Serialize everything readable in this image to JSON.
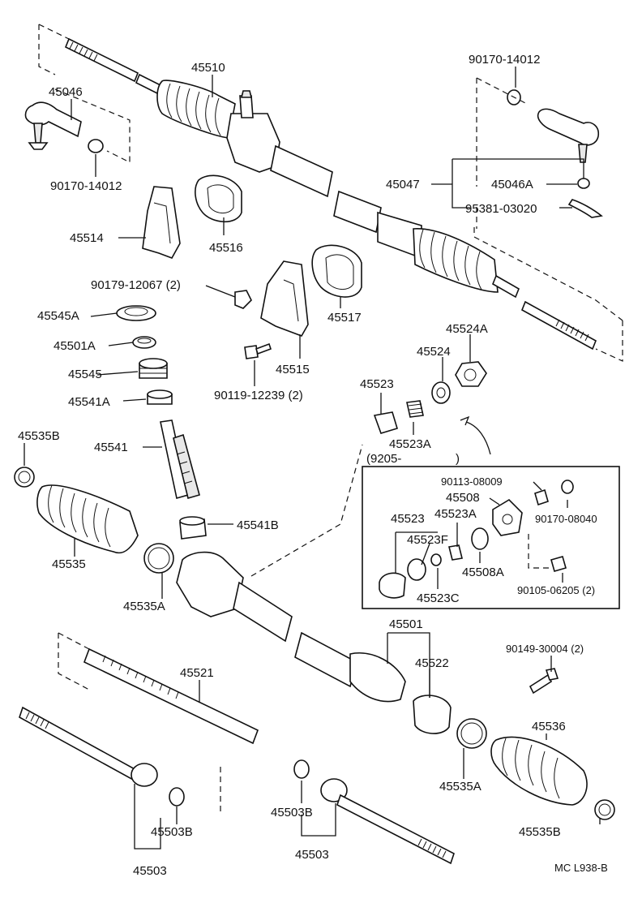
{
  "labels": {
    "p45510": "45510",
    "p45046": "45046",
    "p90170_14012_left": "90170-14012",
    "p90170_14012_right": "90170-14012",
    "p45047": "45047",
    "p45046A": "45046A",
    "p95381": "95381-03020",
    "p45514": "45514",
    "p45516": "45516",
    "p90179": "90179-12067 (2)",
    "p45545A": "45545A",
    "p45517": "45517",
    "p45501A": "45501A",
    "p45545": "45545",
    "p45515": "45515",
    "p45524A": "45524A",
    "p45524": "45524",
    "p45541A": "45541A",
    "p90119": "90119-12239 (2)",
    "p45523_top": "45523",
    "p45535B_left": "45535B",
    "p45541": "45541",
    "p45523A_top": "45523A",
    "p9205": "(9205-",
    "p90113": "90113-08009",
    "p45508": "45508",
    "p90170_08040": "90170-08040",
    "p45523_box": "45523",
    "p45523A_box": "45523A",
    "p45523F": "45523F",
    "p45541B": "45541B",
    "p45535": "45535",
    "p45508A": "45508A",
    "p90105": "90105-06205 (2)",
    "p45523C": "45523C",
    "p45535A_left": "45535A",
    "p45501": "45501",
    "p45521": "45521",
    "p45522": "45522",
    "p90149": "90149-30004 (2)",
    "p45536": "45536",
    "p45535A_right": "45535A",
    "p45503B_left": "45503B",
    "p45503B_right": "45503B",
    "p45535B_right": "45535B",
    "p45503_left": "45503",
    "p45503_right": "45503",
    "ref": "MC L938-B"
  }
}
